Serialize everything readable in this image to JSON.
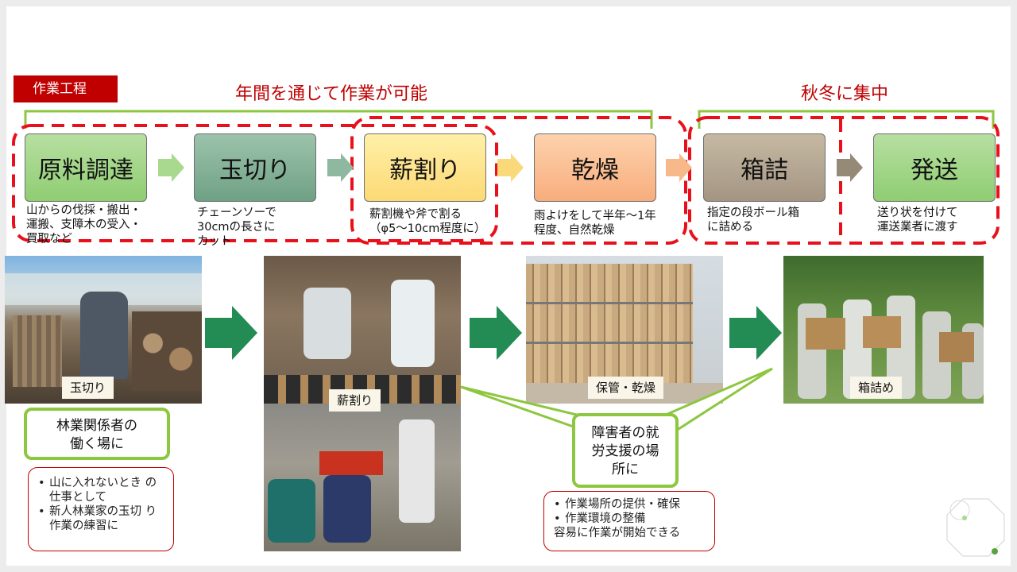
{
  "section_tag": "作業工程",
  "header_year_round": "年間を通じて作業が可能",
  "header_autumn_winter": "秋冬に集中",
  "processes": [
    {
      "label": "原料調達",
      "desc": [
        "山からの伐採・搬出・",
        "運搬、支障木の受入・",
        "買取など"
      ]
    },
    {
      "label": "玉切り",
      "desc": [
        "チェーンソーで",
        "30cmの長さに",
        "カット"
      ]
    },
    {
      "label": "薪割り",
      "desc": [
        "薪割機や斧で割る",
        "（φ5～10cm程度に）"
      ]
    },
    {
      "label": "乾燥",
      "desc": [
        "雨よけをして半年～1年",
        "程度、自然乾燥"
      ]
    },
    {
      "label": "箱詰",
      "desc": [
        "指定の段ボール箱",
        "に詰める"
      ]
    },
    {
      "label": "発送",
      "desc": [
        "送り状を付けて",
        "運送業者に渡す"
      ]
    }
  ],
  "photos": {
    "tamagiri": "玉切り",
    "makiwari": "薪割り",
    "hokan": "保管・乾燥",
    "hakozume": "箱詰め"
  },
  "bubble_forestry": [
    "林業関係者の",
    "働く場に"
  ],
  "bubble_disabled": [
    "障害者の就",
    "労支援の場",
    "所に"
  ],
  "note_forestry": [
    "山に入れないとき の仕事として",
    "新人林業家の玉切 り作業の練習に"
  ],
  "note_disabled": {
    "items": [
      "作業場所の提供・確保",
      "作業環境の整備"
    ],
    "extra": "容易に作業が開始できる"
  },
  "colors": {
    "accent_red": "#c00000",
    "green_frame": "#8dc63f",
    "arrow_green": "#238b54"
  }
}
